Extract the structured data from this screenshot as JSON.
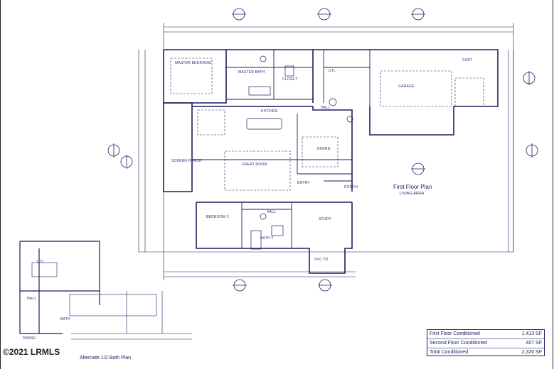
{
  "plan": {
    "title": "First Floor Plan",
    "living_area": "LIVING AREA",
    "alternate_title": "Alternate 1/2 Bath Plan",
    "copyright": "©2021 LRMLS"
  },
  "rooms": {
    "master_bedroom": "MASTER BEDROOM",
    "master_bath": "MASTER BATH",
    "closet": "CLOSET",
    "utl": "UTL",
    "garage": "GARAGE",
    "cart": "CART",
    "kitchen": "KITCHEN",
    "hall": "HALL",
    "dining": "DINING",
    "great_room": "GREAT ROOM",
    "screen_porch": "SCREEN PORCH",
    "entry": "ENTRY",
    "porch": "PORCH",
    "bedroom_2": "BEDROOM 2",
    "bath_2": "BATH 2",
    "study": "STUDY",
    "svc_yd": "SVC YD",
    "alt_utl": "UTL",
    "alt_hall": "HALL",
    "alt_bath": "BATH",
    "alt_dining": "DINING"
  },
  "square_footage": [
    {
      "label": "First Floor Conditioned",
      "value": "1,413 SF"
    },
    {
      "label": "Second Floor Conditioned",
      "value": "407 SF"
    },
    {
      "label": "Total Conditioned",
      "value": "2,320 SF"
    }
  ],
  "colors": {
    "line": "#1a1f5e",
    "dim": "#3b4290",
    "background": "#ffffff"
  }
}
